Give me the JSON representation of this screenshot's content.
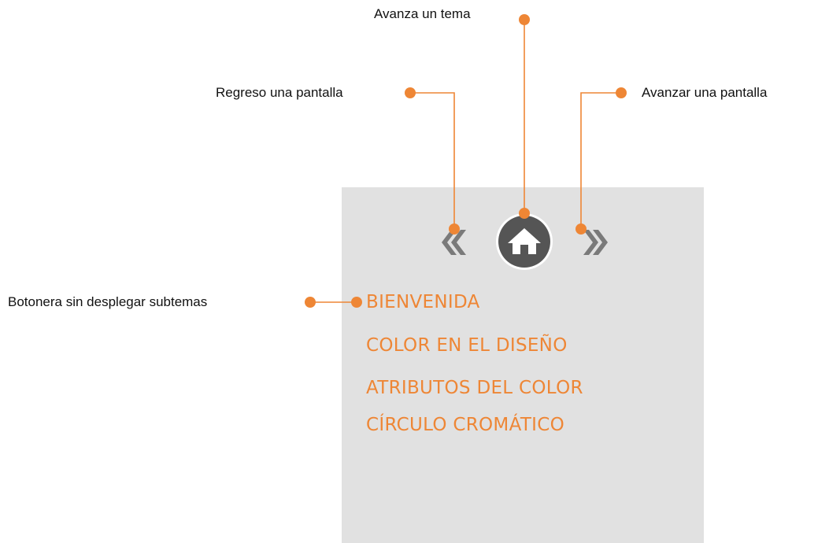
{
  "colors": {
    "accent": "#ee8635",
    "panel_bg": "#e1e1e1",
    "icon_gray": "#7a7a7a",
    "home_circle": "#555555"
  },
  "callouts": {
    "home": "Avanza un tema",
    "back": "Regreso una  pantalla",
    "forward": "Avanzar una  pantalla",
    "menu": "Botonera sin desplegar subtemas"
  },
  "nav": {
    "back_icon": "double-chevron-left-icon",
    "home_icon": "home-icon",
    "forward_icon": "double-chevron-right-icon"
  },
  "menu": {
    "items": [
      {
        "label": "BIENVENIDA"
      },
      {
        "label": "COLOR EN EL DISEÑO"
      },
      {
        "label": "ATRIBUTOS DEL COLOR"
      },
      {
        "label": "CÍRCULO CROMÁTICO"
      }
    ]
  }
}
